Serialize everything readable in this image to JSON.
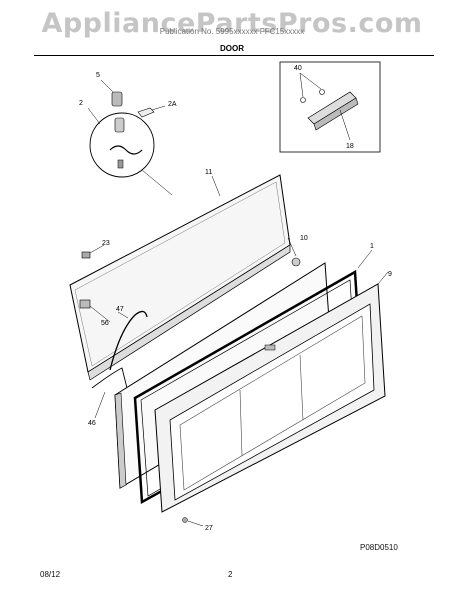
{
  "watermark": "AppliancePartsPros.com",
  "header_line": "Publication No. 5995xxxxxx    FFC15xxxxx",
  "section_title": "DOOR",
  "drawing_code": "P08D0510",
  "footer": {
    "date": "08/12",
    "page": "2"
  },
  "callouts": [
    "5",
    "2",
    "2A",
    "40",
    "18",
    "11",
    "23",
    "10",
    "1",
    "9",
    "47",
    "56",
    "46",
    "27"
  ]
}
